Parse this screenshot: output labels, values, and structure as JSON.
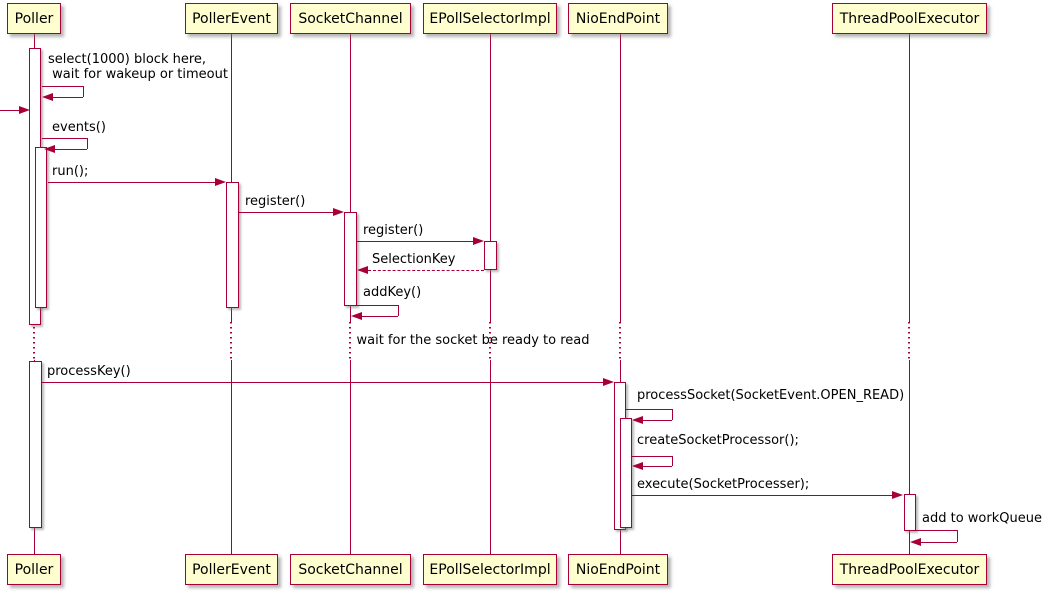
{
  "colors": {
    "participant_fill": "#fefece",
    "line_and_border": "#a80036",
    "activation_fill": "#ffffff",
    "text": "#000000",
    "background": "#ffffff"
  },
  "participants": [
    {
      "name": "Poller"
    },
    {
      "name": "PollerEvent"
    },
    {
      "name": "SocketChannel"
    },
    {
      "name": "EPollSelectorImpl"
    },
    {
      "name": "NioEndPoint"
    },
    {
      "name": "ThreadPoolExecutor"
    }
  ],
  "messages": {
    "select_block": {
      "line1": "select(1000) block here,",
      "line2": " wait for wakeup or timeout"
    },
    "events": "events()",
    "run": "run();",
    "register_socket": "register()",
    "register_epoll": "register()",
    "selection_key": "SelectionKey",
    "add_key": "addKey()",
    "delay_note": "wait for the socket be ready to read",
    "process_key": "processKey()",
    "process_socket": "processSocket(SocketEvent.OPEN_READ)",
    "create_socket_processor": "createSocketProcessor();",
    "execute": "execute(SocketProcesser);",
    "add_to_work_queue": "add to workQueue"
  }
}
